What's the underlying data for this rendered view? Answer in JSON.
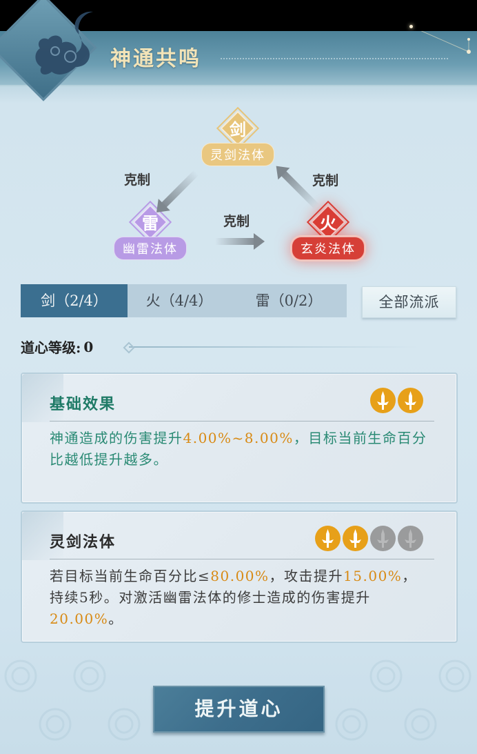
{
  "header": {
    "title": "神通共鸣"
  },
  "diagram": {
    "nodes": {
      "sword": {
        "glyph": "剑",
        "label": "灵剑法体",
        "color": "#e7c479"
      },
      "thunder": {
        "glyph": "雷",
        "label": "幽雷法体",
        "color": "#b89ae6"
      },
      "fire": {
        "glyph": "火",
        "label": "玄炎法体",
        "color": "#d93d35",
        "active": true
      }
    },
    "relations": [
      {
        "from": "sword",
        "to": "thunder",
        "label": "克制"
      },
      {
        "from": "thunder",
        "to": "fire",
        "label": "克制"
      },
      {
        "from": "fire",
        "to": "sword",
        "label": "克制"
      }
    ]
  },
  "tabs": [
    {
      "label": "剑（2/4）",
      "active": true
    },
    {
      "label": "火（4/4）",
      "active": false
    },
    {
      "label": "雷（0/2）",
      "active": false
    }
  ],
  "all_schools_button": "全部流派",
  "level": {
    "label": "道心等级:",
    "value": "0"
  },
  "cards": [
    {
      "title": "基础效果",
      "title_color": "#1e7a66",
      "badges": {
        "active": 2,
        "total": 2
      },
      "text_color": "#2a8a74",
      "segments": [
        {
          "text": "神通造成的伤害提升",
          "hl": false
        },
        {
          "text": "4.00%~8.00%",
          "hl": true
        },
        {
          "text": "，目标当前生命百分比越低提升越多。",
          "hl": false
        }
      ]
    },
    {
      "title": "灵剑法体",
      "title_color": "#2a2a2a",
      "badges": {
        "active": 2,
        "total": 4
      },
      "text_color": "#3c3c3c",
      "segments": [
        {
          "text": "若目标当前生命百分比≤",
          "hl": false
        },
        {
          "text": "80.00%",
          "hl": true
        },
        {
          "text": "，攻击提升",
          "hl": false
        },
        {
          "text": "15.00%",
          "hl": true
        },
        {
          "text": "，持续5秒。对激活幽雷法体的修士造成的伤害提升",
          "hl": false
        },
        {
          "text": "20.00%",
          "hl": true
        },
        {
          "text": "。",
          "hl": false
        }
      ]
    }
  ],
  "upgrade_button": "提升道心",
  "colors": {
    "highlight": "#d88a14",
    "tab_active_bg": "#3b6f90",
    "badge_on": "#e7a019",
    "badge_off": "#9a9b9c"
  }
}
